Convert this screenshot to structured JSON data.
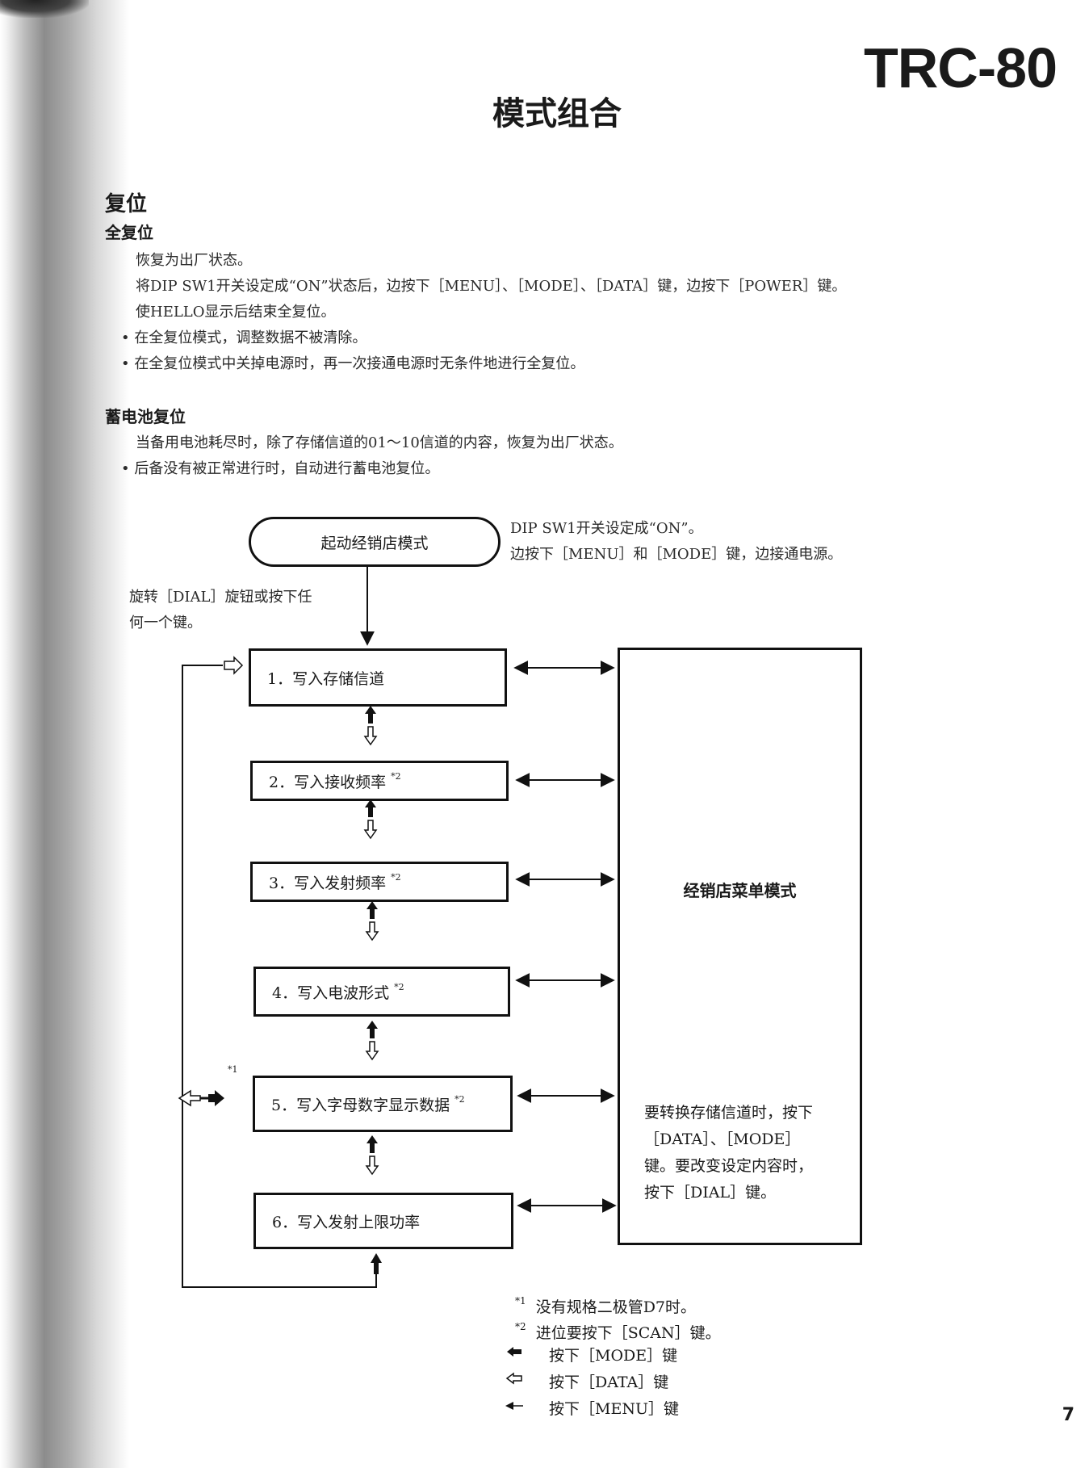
{
  "header": {
    "model": "TRC-80",
    "title": "模式组合"
  },
  "reset": {
    "heading": "复位",
    "full_reset": {
      "heading": "全复位",
      "lines": [
        "恢复为出厂状态。",
        "将DIP SW1开关设定成“ON”状态后，边按下［MENU］、［MODE］、［DATA］键，边按下［POWER］键。",
        "使HELLO显示后结束全复位。"
      ],
      "bullets": [
        "• 在全复位模式，调整数据不被清除。",
        "• 在全复位模式中关掉电源时，再一次接通电源时无条件地进行全复位。"
      ]
    },
    "battery_reset": {
      "heading": "蓄电池复位",
      "lines": [
        "当备用电池耗尽时，除了存储信道的01～10信道的内容，恢复为出厂状态。"
      ],
      "bullets": [
        "• 后备没有被正常进行时，自动进行蓄电池复位。"
      ]
    }
  },
  "diagram": {
    "start_label": "起动经销店模式",
    "start_note": [
      "DIP SW1开关设定成“ON”。",
      "边按下［MENU］和［MODE］键，边接通电源。"
    ],
    "dial_note": [
      "旋转［DIAL］旋钮或按下任",
      "何一个键。"
    ],
    "steps": [
      {
        "label": "1．写入存储信道",
        "mark": ""
      },
      {
        "label": "2．写入接收频率",
        "mark": "*2"
      },
      {
        "label": "3．写入发射频率",
        "mark": "*2"
      },
      {
        "label": "4．写入电波形式",
        "mark": "*2"
      },
      {
        "label": "5．写入字母数字显示数据",
        "mark": "*2"
      },
      {
        "label": "6．写入发射上限功率",
        "mark": ""
      }
    ],
    "side_mark": "*1",
    "menu_title": "经销店菜单模式",
    "menu_note": [
      "要转换存储信道时，按下",
      "［DATA］、［MODE］",
      "键。要改变设定内容时，",
      "按下［DIAL］键。"
    ]
  },
  "legend": {
    "notes": [
      {
        "mark": "*1",
        "text": "没有规格二极管D7时。"
      },
      {
        "mark": "*2",
        "text": "进位要按下［SCAN］键。"
      }
    ],
    "keys": [
      {
        "symbol": "filled-arrow",
        "text": "按下［MODE］键"
      },
      {
        "symbol": "hollow-arrow",
        "text": "按下［DATA］键"
      },
      {
        "symbol": "thin-arrow",
        "text": "按下［MENU］键"
      }
    ]
  },
  "page_number": "7"
}
